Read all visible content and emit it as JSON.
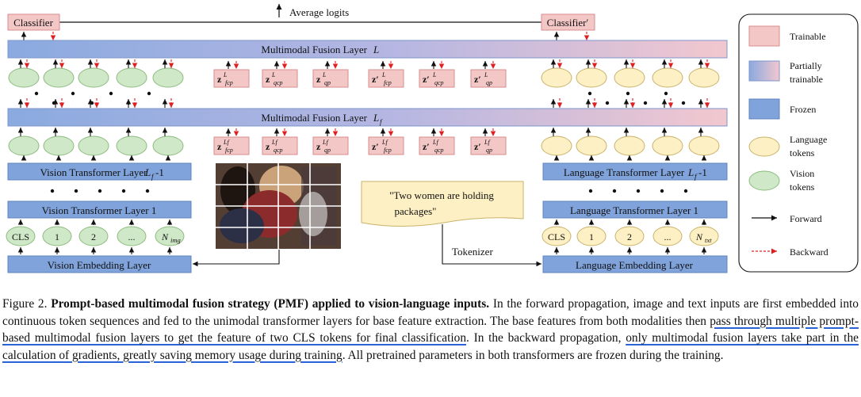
{
  "diagram": {
    "average_logits": "Average logits",
    "classifier_left": "Classifier",
    "classifier_right": "Classifier′",
    "fusion_top_label": "Multimodal Fusion Layer",
    "fusion_top_symbol": "L",
    "fusion_mid_label": "Multimodal Fusion Layer",
    "fusion_mid_symbol": "L",
    "fusion_mid_sub": "f",
    "vision_tl_top": "Vision Transformer Layer",
    "vision_tl_bot": "Vision Transformer Layer 1",
    "vision_embed": "Vision Embedding Layer",
    "lang_tl_top": "Language Transformer Layer",
    "lang_tl_bot": "Language Transformer Layer 1",
    "lang_embed": "Language Embedding Layer",
    "layer_suffix": "-1",
    "vision_tokens": [
      "CLS",
      "1",
      "2",
      "...",
      "N"
    ],
    "vision_n_sub": "img",
    "lang_tokens": [
      "CLS",
      "1",
      "2",
      "...",
      "N"
    ],
    "lang_n_sub": "txt",
    "prompt_sups_top": "L",
    "prompt_sups_mid": "Lf",
    "prompt_subs": [
      "fcp",
      "qcp",
      "qp",
      "fcp",
      "qcp",
      "qp"
    ],
    "prompt_vars": [
      "z",
      "z",
      "z",
      "z′",
      "z′",
      "z′"
    ],
    "text_input_line1": "\"Two women are holding",
    "text_input_line2": "packages\"",
    "tokenizer": "Tokenizer",
    "legend": {
      "trainable": "Trainable",
      "partially_1": "Partially",
      "partially_2": "trainable",
      "frozen": "Frozen",
      "lang_1": "Language",
      "lang_2": "tokens",
      "vision_1": "Vision",
      "vision_2": "tokens",
      "forward": "Forward",
      "backward": "Backward"
    },
    "colors": {
      "trainable": "#f4c7c7",
      "frozen": "#7fa3da",
      "language_token": "#fdf0c4",
      "vision_token": "#cfe8c8",
      "backward_arrow": "#e02020"
    }
  },
  "caption": {
    "fig_label": "Figure 2.",
    "bold_title": "Prompt-based multimodal fusion strategy (PMF) applied to vision-language inputs.",
    "s1": "In the forward propagation, image and text inputs are first embedded into continuous token sequences and fed to the unimodal transformer layers for base feature extraction. The base features from both modalities then",
    "u1": "pass through multiple prompt-based multimodal fusion layers to get the feature of two CLS tokens for final classification",
    "s2": ". In the backward propagation,",
    "u2": "only multimodal fusion layers take part in the calculation of gradients, greatly saving memory usage during training",
    "s3": ". All pretrained parameters in both transformers are frozen during the training."
  }
}
